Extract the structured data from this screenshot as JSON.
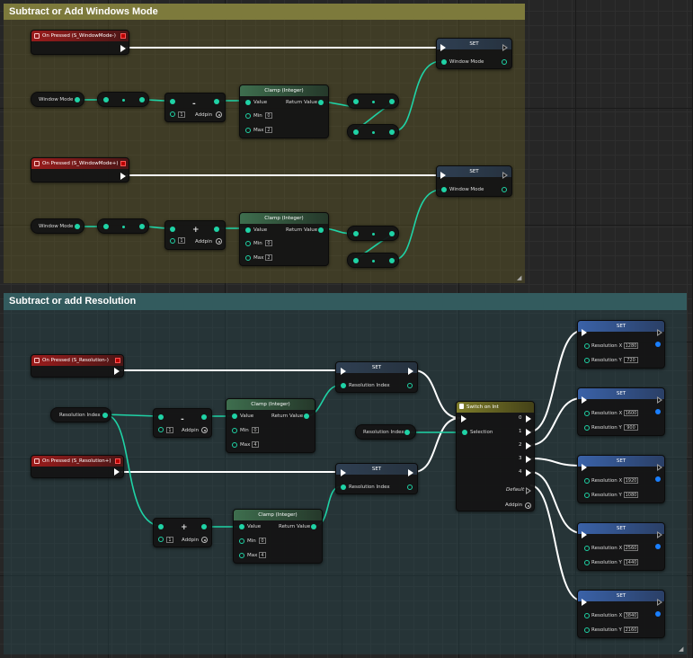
{
  "comments": {
    "window_mode": {
      "title": "Subtract or Add Windows Mode"
    },
    "resolution": {
      "title": "Subtract or add Resolution"
    }
  },
  "events": {
    "window_minus": "On Pressed (S_WindowMode-)",
    "window_plus": "On Pressed (S_WindowMode+)",
    "res_minus": "On Pressed (S_Resolution-)",
    "res_plus": "On Pressed (S_Resolution+)"
  },
  "labels": {
    "set": "SET",
    "window_mode": "Window Mode",
    "resolution_index": "Resolution Index",
    "clamp": "Clamp (Integer)",
    "value": "Value",
    "return_value": "Return Value",
    "min": "Min",
    "max": "Max",
    "addpin": "Addpin",
    "minus": "-",
    "plus": "+",
    "switch_on_int": "Switch on Int",
    "selection": "Selection",
    "default": "Default",
    "resolution_x": "Resolution X",
    "resolution_y": "Resolution Y",
    "out_0": "0",
    "out_1": "1",
    "out_2": "2",
    "out_3": "3",
    "out_4": "4",
    "operand": "1"
  },
  "clamps": {
    "wm_minus": {
      "min": "0",
      "max": "2"
    },
    "wm_plus": {
      "min": "0",
      "max": "2"
    },
    "res_minus": {
      "min": "0",
      "max": "4"
    },
    "res_plus": {
      "min": "0",
      "max": "4"
    }
  },
  "resolutions": [
    {
      "x": "1280",
      "y": "720"
    },
    {
      "x": "1600",
      "y": "900"
    },
    {
      "x": "1920",
      "y": "1080"
    },
    {
      "x": "2560",
      "y": "1440"
    },
    {
      "x": "3840",
      "y": "2160"
    }
  ],
  "colors": {
    "exec_wire": "#ffffff",
    "int_wire": "#1fd3a6",
    "event_header": "#9a1c1c",
    "function_header": "#3e6e4e",
    "switch_header": "#7d7c2a",
    "set_header_blue": "#3a62a8"
  }
}
